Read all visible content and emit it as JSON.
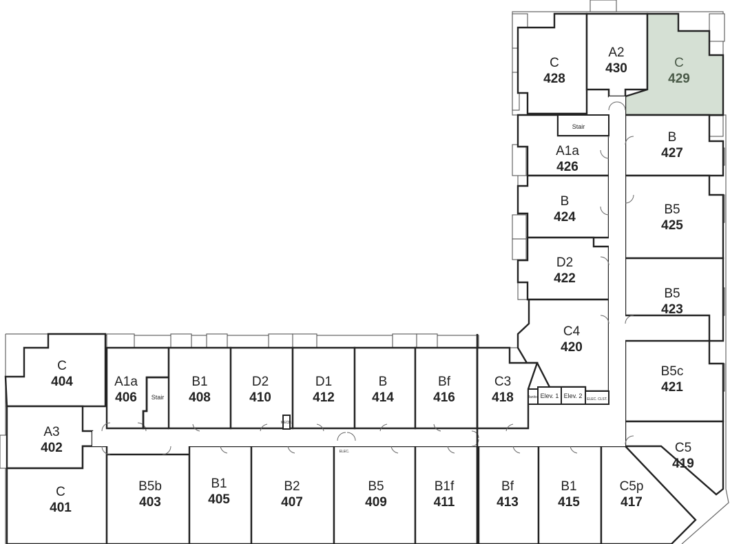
{
  "map": {
    "highlight_color": "#d5e0d4",
    "wall_color": "#222222",
    "rooms": [
      {
        "id": "428",
        "type": "C",
        "number": "428",
        "selected": false
      },
      {
        "id": "430",
        "type": "A2",
        "number": "430",
        "selected": false
      },
      {
        "id": "429",
        "type": "C",
        "number": "429",
        "selected": true
      },
      {
        "id": "427",
        "type": "B",
        "number": "427",
        "selected": false
      },
      {
        "id": "426",
        "type": "A1a",
        "number": "426",
        "selected": false
      },
      {
        "id": "424",
        "type": "B",
        "number": "424",
        "selected": false
      },
      {
        "id": "425",
        "type": "B5",
        "number": "425",
        "selected": false
      },
      {
        "id": "422",
        "type": "D2",
        "number": "422",
        "selected": false
      },
      {
        "id": "423",
        "type": "B5",
        "number": "423",
        "selected": false
      },
      {
        "id": "420",
        "type": "C4",
        "number": "420",
        "selected": false
      },
      {
        "id": "421",
        "type": "B5c",
        "number": "421",
        "selected": false
      },
      {
        "id": "419",
        "type": "C5",
        "number": "419",
        "selected": false
      },
      {
        "id": "404",
        "type": "C",
        "number": "404",
        "selected": false
      },
      {
        "id": "406",
        "type": "A1a",
        "number": "406",
        "selected": false
      },
      {
        "id": "408",
        "type": "B1",
        "number": "408",
        "selected": false
      },
      {
        "id": "410",
        "type": "D2",
        "number": "410",
        "selected": false
      },
      {
        "id": "412",
        "type": "D1",
        "number": "412",
        "selected": false
      },
      {
        "id": "414",
        "type": "B",
        "number": "414",
        "selected": false
      },
      {
        "id": "416",
        "type": "Bf",
        "number": "416",
        "selected": false
      },
      {
        "id": "418",
        "type": "C3",
        "number": "418",
        "selected": false
      },
      {
        "id": "402",
        "type": "A3",
        "number": "402",
        "selected": false
      },
      {
        "id": "401",
        "type": "C",
        "number": "401",
        "selected": false
      },
      {
        "id": "403",
        "type": "B5b",
        "number": "403",
        "selected": false
      },
      {
        "id": "405",
        "type": "B1",
        "number": "405",
        "selected": false
      },
      {
        "id": "407",
        "type": "B2",
        "number": "407",
        "selected": false
      },
      {
        "id": "409",
        "type": "B5",
        "number": "409",
        "selected": false
      },
      {
        "id": "411",
        "type": "B1f",
        "number": "411",
        "selected": false
      },
      {
        "id": "413",
        "type": "Bf",
        "number": "413",
        "selected": false
      },
      {
        "id": "415",
        "type": "B1",
        "number": "415",
        "selected": false
      },
      {
        "id": "417",
        "type": "C5p",
        "number": "417",
        "selected": false
      }
    ],
    "utility_labels": {
      "stair_north": "Stair",
      "stair_west": "Stair",
      "elev1": "Elev. 1",
      "elev2": "Elev. 2",
      "elec_clst": "ELEC. CLST.",
      "elec": "ELEC.",
      "mech": "MECH.",
      "janitor": "Janitor"
    }
  }
}
